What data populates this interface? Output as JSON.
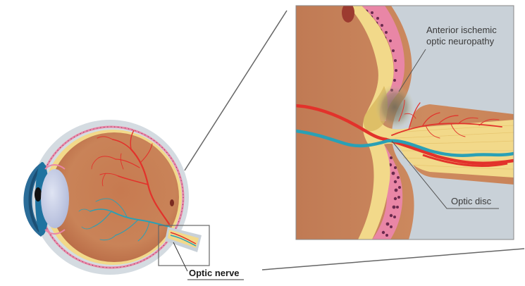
{
  "labels": {
    "anterior_ischemic_line1": "Anterior ischemic",
    "anterior_ischemic_line2": "optic neuropathy",
    "optic_disc": "Optic disc",
    "optic_nerve": "Optic nerve"
  },
  "colors": {
    "sclera": "#c9d1d8",
    "choroid_pink": "#e986a6",
    "yellow_layer": "#f2d98a",
    "vitreous": "#c98358",
    "artery": "#e2322b",
    "vein": "#2aa0b5",
    "iris": "#1f73a0",
    "lens": "#bcc6e3",
    "box_stroke": "#666666",
    "leader": "#555555"
  }
}
